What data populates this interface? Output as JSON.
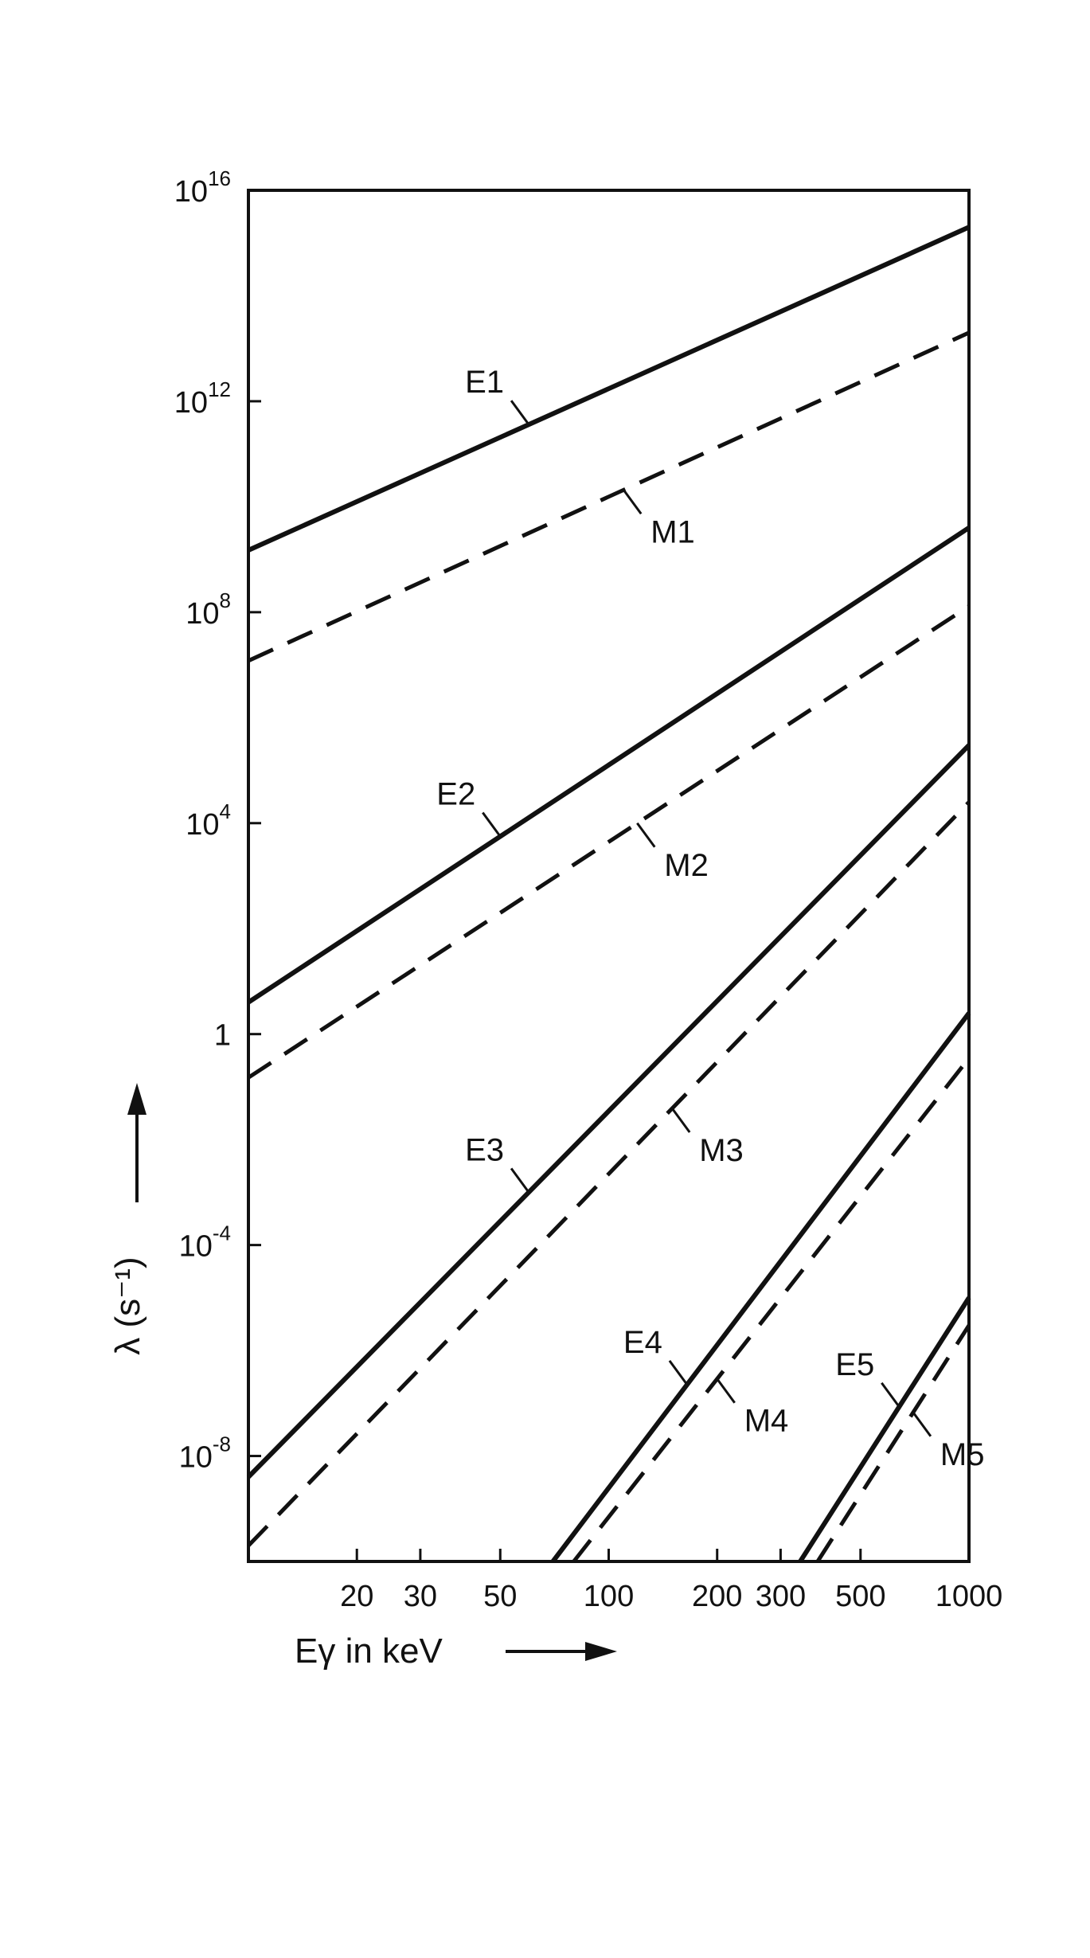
{
  "chart_data": {
    "type": "line",
    "title": "",
    "xlabel": "Eγ in keV",
    "ylabel": "λ (s⁻¹)",
    "x_scale": "log",
    "y_scale": "log",
    "xlim": [
      10,
      1000
    ],
    "ylim": [
      1e-10,
      1e+16
    ],
    "grid": false,
    "x_ticks": [
      {
        "value": 20,
        "label": "20"
      },
      {
        "value": 30,
        "label": "30"
      },
      {
        "value": 50,
        "label": "50"
      },
      {
        "value": 100,
        "label": "100"
      },
      {
        "value": 200,
        "label": "200"
      },
      {
        "value": 300,
        "label": "300"
      },
      {
        "value": 500,
        "label": "500"
      },
      {
        "value": 1000,
        "label": "1000"
      }
    ],
    "y_ticks": [
      {
        "value": 1e+16,
        "base": "10",
        "exp": "16"
      },
      {
        "value": 1000000000000.0,
        "base": "10",
        "exp": "12"
      },
      {
        "value": 100000000.0,
        "base": "10",
        "exp": "8"
      },
      {
        "value": 10000.0,
        "base": "10",
        "exp": "4"
      },
      {
        "value": 1,
        "base": "1",
        "exp": ""
      },
      {
        "value": 0.0001,
        "base": "10",
        "exp": "-4"
      },
      {
        "value": 1e-08,
        "base": "10",
        "exp": "-8"
      }
    ],
    "series": [
      {
        "name": "E1",
        "style": "solid",
        "x": [
          10,
          1000
        ],
        "y": [
          1500000000.0,
          2000000000000000.0
        ]
      },
      {
        "name": "M1",
        "style": "dashed",
        "x": [
          10,
          1000
        ],
        "y": [
          12000000.0,
          20000000000000.0
        ]
      },
      {
        "name": "E2",
        "style": "solid",
        "x": [
          10,
          1000
        ],
        "y": [
          4,
          4000000000.0
        ]
      },
      {
        "name": "M2",
        "style": "dashed",
        "x": [
          10,
          1000
        ],
        "y": [
          0.15,
          130000000.0
        ]
      },
      {
        "name": "E3",
        "style": "solid",
        "x": [
          10,
          1000
        ],
        "y": [
          4e-09,
          300000.0
        ]
      },
      {
        "name": "M3",
        "style": "dashed",
        "x": [
          10,
          1000
        ],
        "y": [
          2e-10,
          25000.0
        ]
      },
      {
        "name": "E4",
        "style": "solid",
        "x": [
          70,
          1000
        ],
        "y": [
          1e-10,
          2.5
        ]
      },
      {
        "name": "M4",
        "style": "dashed",
        "x": [
          80,
          1000
        ],
        "y": [
          1e-10,
          0.35
        ]
      },
      {
        "name": "E5",
        "style": "solid",
        "x": [
          340,
          1000
        ],
        "y": [
          1e-10,
          1e-05
        ]
      },
      {
        "name": "M5",
        "style": "dashed",
        "x": [
          380,
          1000
        ],
        "y": [
          1e-10,
          3e-06
        ]
      }
    ],
    "annotations": [
      {
        "series": "E1",
        "text": "E1",
        "at_x": 60
      },
      {
        "series": "M1",
        "text": "M1",
        "at_x": 110
      },
      {
        "series": "E2",
        "text": "E2",
        "at_x": 50
      },
      {
        "series": "M2",
        "text": "M2",
        "at_x": 120
      },
      {
        "series": "E3",
        "text": "E3",
        "at_x": 60
      },
      {
        "series": "M3",
        "text": "M3",
        "at_x": 150
      },
      {
        "series": "E4",
        "text": "E4",
        "at_x": 165
      },
      {
        "series": "M4",
        "text": "M4",
        "at_x": 200
      },
      {
        "series": "E5",
        "text": "E5",
        "at_x": 640
      },
      {
        "series": "M5",
        "text": "M5",
        "at_x": 700
      }
    ]
  }
}
